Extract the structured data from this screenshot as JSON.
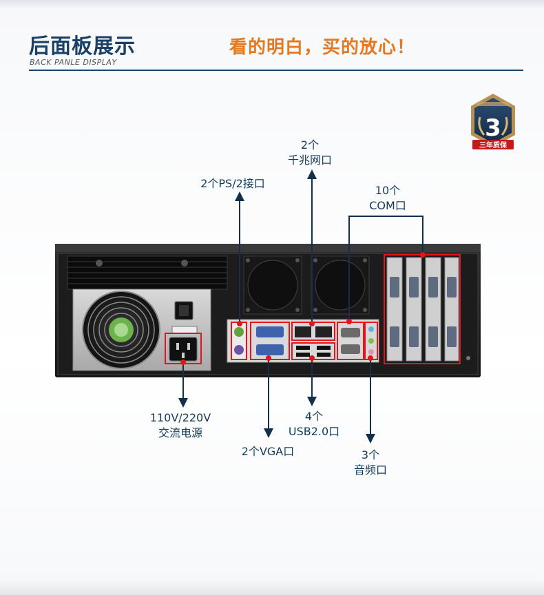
{
  "header": {
    "title": "后面板展示",
    "subtitle": "BACK PANLE DISPLAY",
    "slogan": "看的明白，买的放心！"
  },
  "badge": {
    "number": "3",
    "ribbon": "三年质保"
  },
  "callouts": {
    "ps2": "2个PS/2接口",
    "lan_count": "2个",
    "lan_name": "千兆网口",
    "com_count": "10个",
    "com_name": "COM口",
    "power_spec": "110V/220V",
    "power_name": "交流电源",
    "vga": "2个VGA口",
    "usb_count": "4个",
    "usb_name": "USB2.0口",
    "audio_count": "3个",
    "audio_name": "音频口"
  },
  "colors": {
    "navy": "#1b3f66",
    "orange": "#e8771e",
    "red": "#e2141c",
    "arrow": "#12304e"
  }
}
